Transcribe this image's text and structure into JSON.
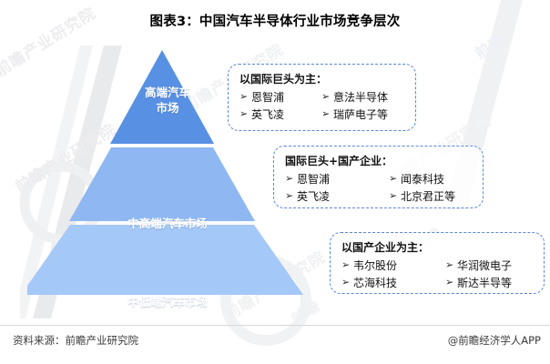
{
  "title": "图表3：中国汽车半导体行业市场竞争层次",
  "pyramid": {
    "tiers": [
      {
        "label": "高端汽车\n市场",
        "label_line1": "高端汽车",
        "label_line2": "市场",
        "color": "#5891E3"
      },
      {
        "label": "中高端汽车市场",
        "color": "#8FB7F2"
      },
      {
        "label": "中低端汽车市场",
        "color": "#A4C8F8"
      }
    ]
  },
  "callouts": [
    {
      "heading": "以国际巨头为主：",
      "bullet": "➢",
      "items": [
        "恩智浦",
        "意法半导体",
        "英飞凌",
        "瑞萨电子等"
      ]
    },
    {
      "heading": "国际巨头+国产企业：",
      "bullet": "➢",
      "items": [
        "恩智浦",
        "闻泰科技",
        "英飞凌",
        "北京君正等"
      ]
    },
    {
      "heading": "以国产企业为主：",
      "bullet": "➢",
      "items": [
        "韦尔股份",
        "华润微电子",
        "芯海科技",
        "斯达半导等"
      ]
    }
  ],
  "footer": {
    "source": "资料来源：前瞻产业研究院",
    "brand": "@前瞻经济学人APP"
  },
  "watermarks": {
    "text_a": "前瞻产业研究院",
    "text_b": "前瞻产业研究院",
    "text_c": "前瞻产业研究院",
    "text_d": "前瞻产业研究院",
    "text_e": "前瞻产业研究院",
    "text_f": "前瞻",
    "text_g": "前瞻",
    "text_h": "前瞻"
  }
}
